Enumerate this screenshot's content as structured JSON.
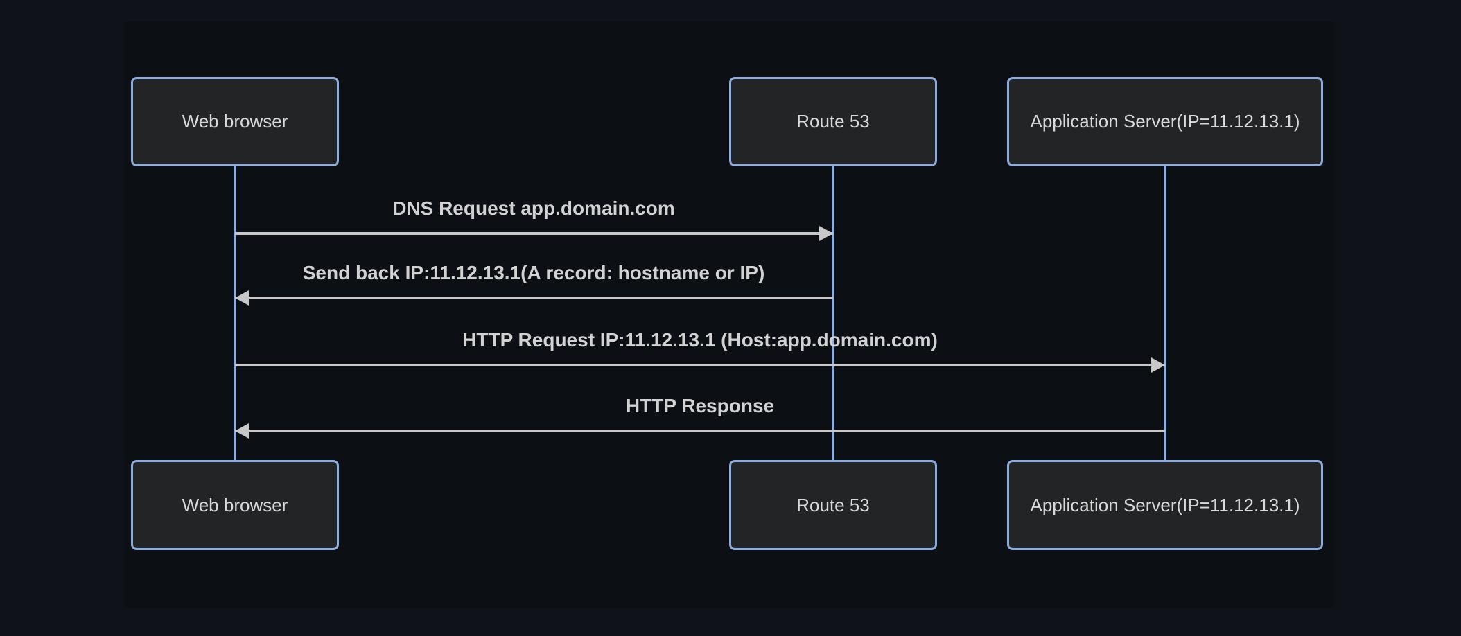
{
  "page": {
    "background_color": "#0f1218",
    "surface_color": "#0c0f14"
  },
  "diagram": {
    "type": "sequence-diagram",
    "theme": {
      "actor_fill": "#222425",
      "actor_border": "#8bade0",
      "actor_text": "#d9d9d9",
      "lifeline_color": "#8bade0",
      "message_line_color": "#c8c8c8",
      "message_text_color": "#d2d2d2"
    },
    "actors": [
      {
        "id": "web-browser",
        "label": "Web browser"
      },
      {
        "id": "route-53",
        "label": "Route 53"
      },
      {
        "id": "app-server",
        "label": "Application Server(IP=11.12.13.1)"
      }
    ],
    "messages": [
      {
        "from": "web-browser",
        "to": "route-53",
        "direction": "right",
        "line_style": "solid",
        "label": "DNS Request app.domain.com"
      },
      {
        "from": "route-53",
        "to": "web-browser",
        "direction": "left",
        "line_style": "solid",
        "label": "Send back IP:11.12.13.1(A record: hostname or IP)"
      },
      {
        "from": "web-browser",
        "to": "app-server",
        "direction": "right",
        "line_style": "solid",
        "label": "HTTP Request IP:11.12.13.1 (Host:app.domain.com)"
      },
      {
        "from": "app-server",
        "to": "web-browser",
        "direction": "left",
        "line_style": "solid",
        "label": "HTTP Response"
      }
    ]
  }
}
